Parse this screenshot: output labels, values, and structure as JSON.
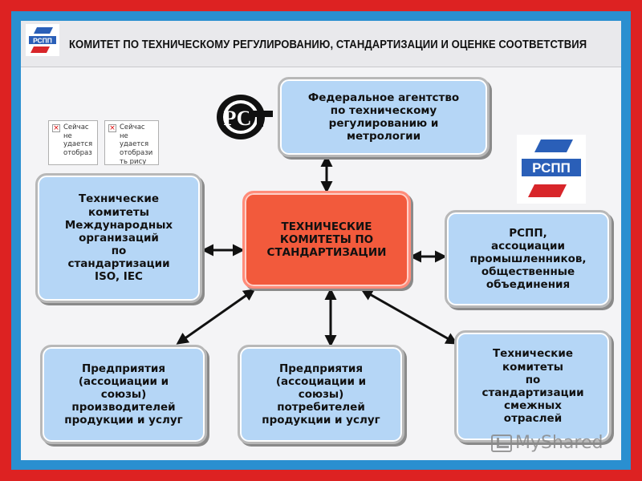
{
  "header": {
    "title": "КОМИТЕТ ПО ТЕХНИЧЕСКОМУ РЕГУЛИРОВАНИЮ, СТАНДАРТИЗАЦИИ И ОЦЕНКЕ СООТВЕТСТВИЯ",
    "logo_text": "РСПП"
  },
  "logos": {
    "big_logo_text": "РСПП",
    "gost_logo": "РСТ"
  },
  "nodes": {
    "federal_agency": "Федеральное агентство\nпо техническому\nрегулированию и\nметрологии",
    "center": "ТЕХНИЧЕСКИЕ\nКОМИТЕТЫ ПО\nСТАНДАРТИЗАЦИИ",
    "international": "Технические\nкомитеты\nМеждународных\nорганизаций\nпо\nстандартизации\nISO, IEC",
    "rspp": "РСПП,\nассоциации\nпромышленников,\nобщественные\nобъединения",
    "producers": "Предприятия\n(ассоциации и\nсоюзы)\nпроизводителей\nпродукции и услуг",
    "consumers": "Предприятия\n(ассоциации и\nсоюзы)\nпотребителей\nпродукции и услуг",
    "related": "Технические\nкомитеты\nпо\nстандартизации\nсмежных\nотраслей"
  },
  "placeholders": [
    {
      "text": "Сейчас\nне\nудается\nотобраз"
    },
    {
      "text": "Сейчас\nне\nудается\nотобрази\nть рису"
    }
  ],
  "watermark": "MyShared",
  "colors": {
    "outer_frame": "#dd2222",
    "inner_frame": "#2a8fd0",
    "node_fill": "#b5d6f6",
    "center_fill": "#f25a3c"
  }
}
